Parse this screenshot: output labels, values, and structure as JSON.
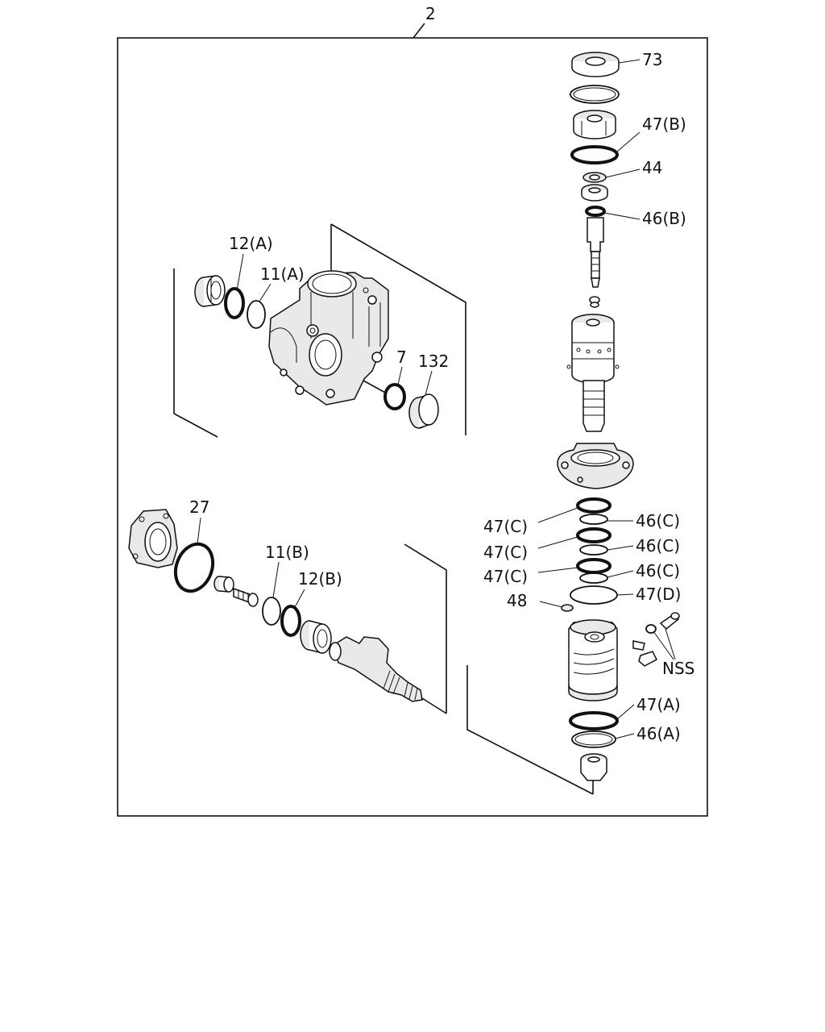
{
  "labels": {
    "assembly": "2",
    "p73": "73",
    "p47b": "47(B)",
    "p44": "44",
    "p46b": "46(B)",
    "p12a": "12(A)",
    "p11a": "11(A)",
    "p7": "7",
    "p132": "132",
    "p27": "27",
    "p11b": "11(B)",
    "p12b": "12(B)",
    "p47c1": "47(C)",
    "p47c2": "47(C)",
    "p47c3": "47(C)",
    "p46c1": "46(C)",
    "p46c2": "46(C)",
    "p46c3": "46(C)",
    "p47d": "47(D)",
    "p48": "48",
    "nss": "NSS",
    "p47a": "47(A)",
    "p46a": "46(A)"
  }
}
